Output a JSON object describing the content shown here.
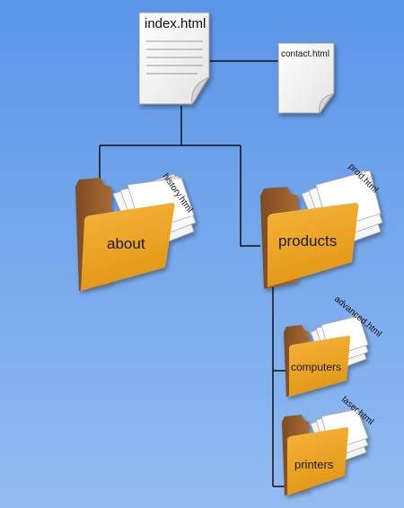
{
  "pages": {
    "root": "index.html",
    "contact": "contact.html"
  },
  "folders": {
    "about": {
      "label": "about",
      "file": "history.html"
    },
    "products": {
      "label": "products",
      "file": "prod.html"
    },
    "computers": {
      "label": "computers",
      "file": "advanced.html"
    },
    "printers": {
      "label": "printers",
      "file": "laser.html"
    }
  },
  "colors": {
    "background_top": "#5b95e8",
    "background_bottom": "#92bbf1",
    "folder_front": "#f0a42a",
    "folder_back": "#9b6130",
    "connector": "#111111",
    "page": "#ffffff"
  }
}
